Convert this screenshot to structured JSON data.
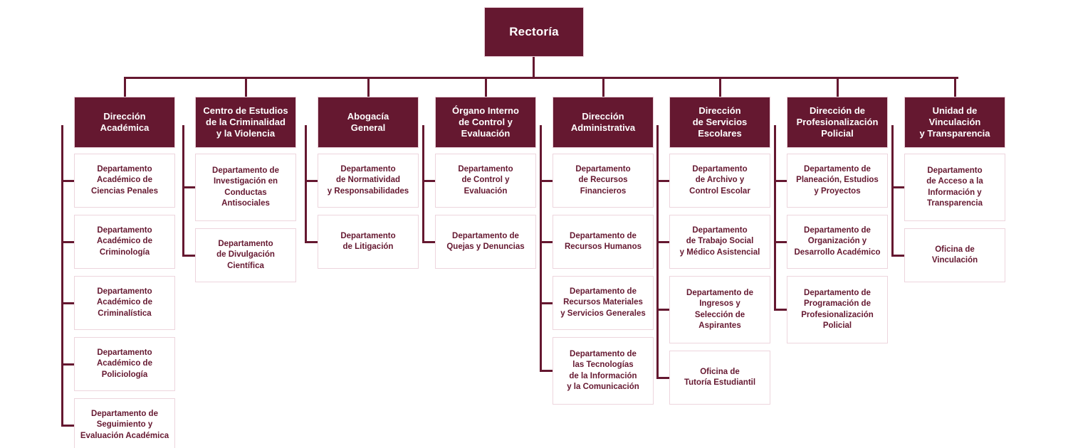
{
  "chart": {
    "title_node": "Rectoría",
    "colors": {
      "primary": "#651830",
      "node_text_light": "#ffffff",
      "node_text_dark": "#651830",
      "child_border": "#edd5dd",
      "background": "#ffffff"
    },
    "columns": [
      {
        "head": "Dirección\nAcadémica",
        "children": [
          "Departamento\nAcadémico de\nCiencias Penales",
          "Departamento\nAcadémico de\nCriminología",
          "Departamento\nAcadémico de\nCriminalística",
          "Departamento\nAcadémico de\nPoliciología",
          "Departamento de\nSeguimiento y\nEvaluación Académica"
        ]
      },
      {
        "head": "Centro de Estudios\nde la Criminalidad\ny la Violencia",
        "children": [
          "Departamento de\nInvestigación en\nConductas\nAntisociales",
          "Departamento\nde Divulgación\nCientífica"
        ]
      },
      {
        "head": "Abogacía\nGeneral",
        "children": [
          "Departamento\nde Normatividad\ny Responsabilidades",
          "Departamento\nde Litigación"
        ]
      },
      {
        "head": "Órgano Interno\nde Control y\nEvaluación",
        "children": [
          "Departamento\nde Control y\nEvaluación",
          "Departamento de\nQuejas y Denuncias"
        ]
      },
      {
        "head": "Dirección\nAdministrativa",
        "children": [
          "Departamento\nde Recursos\nFinancieros",
          "Departamento de\nRecursos Humanos",
          "Departamento de\nRecursos Materiales\ny Servicios Generales",
          "Departamento de\nlas Tecnologías\nde la Información\ny la Comunicación"
        ]
      },
      {
        "head": "Dirección\nde Servicios\nEscolares",
        "children": [
          "Departamento\nde Archivo y\nControl Escolar",
          "Departamento\nde Trabajo Social\ny Médico Asistencial",
          "Departamento de\nIngresos y\nSelección de\nAspirantes",
          "Oficina de\nTutoría Estudiantil"
        ]
      },
      {
        "head": "Dirección de\nProfesionalización\nPolicial",
        "children": [
          "Departamento de\nPlaneación, Estudios\ny Proyectos",
          "Departamento de\nOrganización y\nDesarrollo Académico",
          "Departamento de\nProgramación de\nProfesionalización\nPolicial"
        ]
      },
      {
        "head": "Unidad de\nVinculación\ny Transparencia",
        "children": [
          "Departamento\nde Acceso a la\nInformación y\nTransparencia",
          "Oficina de\nVinculación"
        ]
      }
    ]
  }
}
